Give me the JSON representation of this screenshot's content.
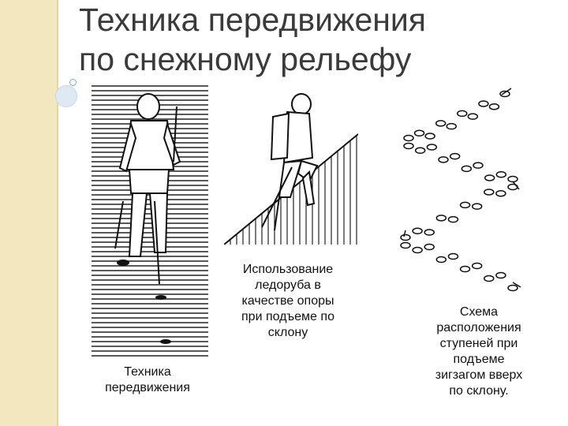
{
  "slide": {
    "title_line1": "Техника передвижения",
    "title_line2": "по снежному рельефу"
  },
  "captions": {
    "left": [
      "Техника",
      "передвижения"
    ],
    "middle": [
      "Использование",
      "ледоруба в",
      "качестве опоры",
      "при подъеме по",
      "склону"
    ],
    "right": [
      "Схема",
      "расположения",
      "ступеней при",
      "подъеме",
      "зигзагом вверх",
      "по склону."
    ]
  }
}
